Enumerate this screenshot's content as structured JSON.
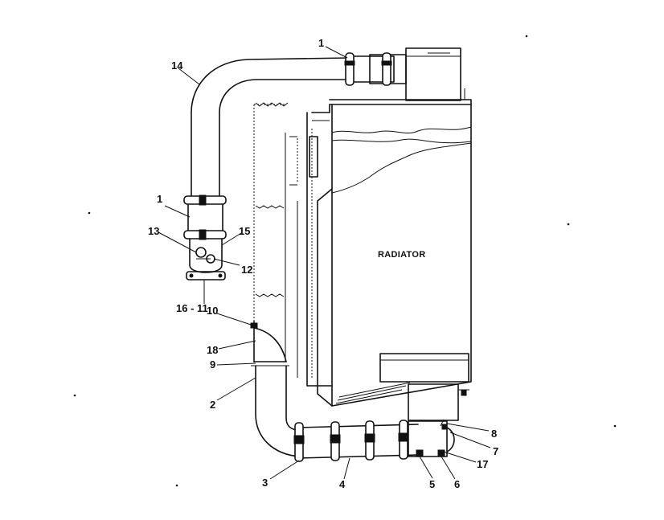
{
  "title": "",
  "component_label": "RADIATOR",
  "callouts": [
    "1",
    "1",
    "2",
    "3",
    "4",
    "5",
    "6",
    "7",
    "8",
    "9",
    "10",
    "12",
    "13",
    "14",
    "15",
    "16 - 11",
    "17",
    "18"
  ]
}
